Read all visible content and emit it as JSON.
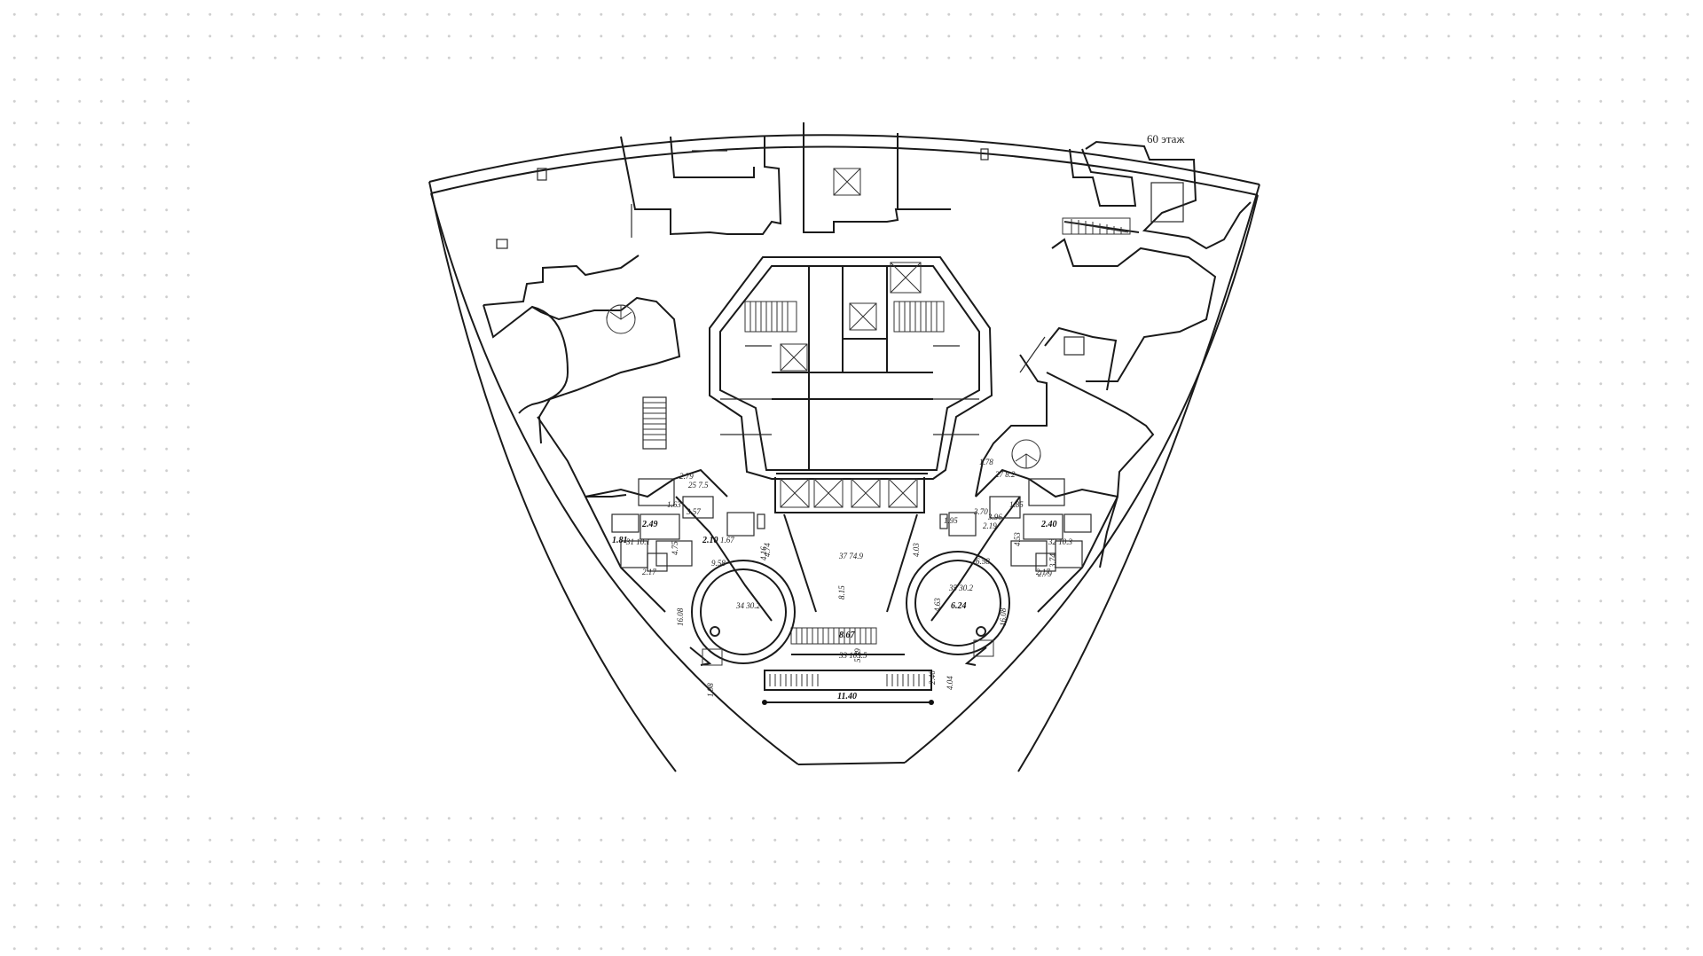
{
  "floor_label": "60 этаж",
  "dimensions": {
    "d1": "11.40",
    "d2": "8.67",
    "d3": "5.39",
    "d4": "2.46",
    "d5": "4.04",
    "d6": "8.15",
    "d7": "16.08",
    "d8": "16.08",
    "d9": "6.24",
    "d10": "4.63",
    "d11": "9.58",
    "d12": "6.58",
    "d13": "4.74",
    "d14": "4.03",
    "d15": "2.10",
    "d16": "2.19",
    "d17": "3.70",
    "d18": "3.96",
    "d19": "1.98",
    "d20": "1.95",
    "d21": "2.17",
    "d22": "2.17",
    "d23": "1.81",
    "d24": "2.49",
    "d25": "2.40",
    "d26": "4.75",
    "d27": "4.53",
    "d28": "3.74",
    "d29": "2.79",
    "d30": "1.63",
    "d31": "1.85",
    "d32": "3.57",
    "d33": "2.79",
    "d34": "1.78",
    "d35": "4.16",
    "d36": "1.67"
  },
  "rooms": {
    "r1": "37\n74.9",
    "r2": "33\n103.5",
    "r3": "35\n30.2",
    "r4": "34\n30.2",
    "r5": "31\n10.1",
    "r6": "32\n10.3",
    "r7": "25\n7.5",
    "r8": "27\n8.2"
  }
}
